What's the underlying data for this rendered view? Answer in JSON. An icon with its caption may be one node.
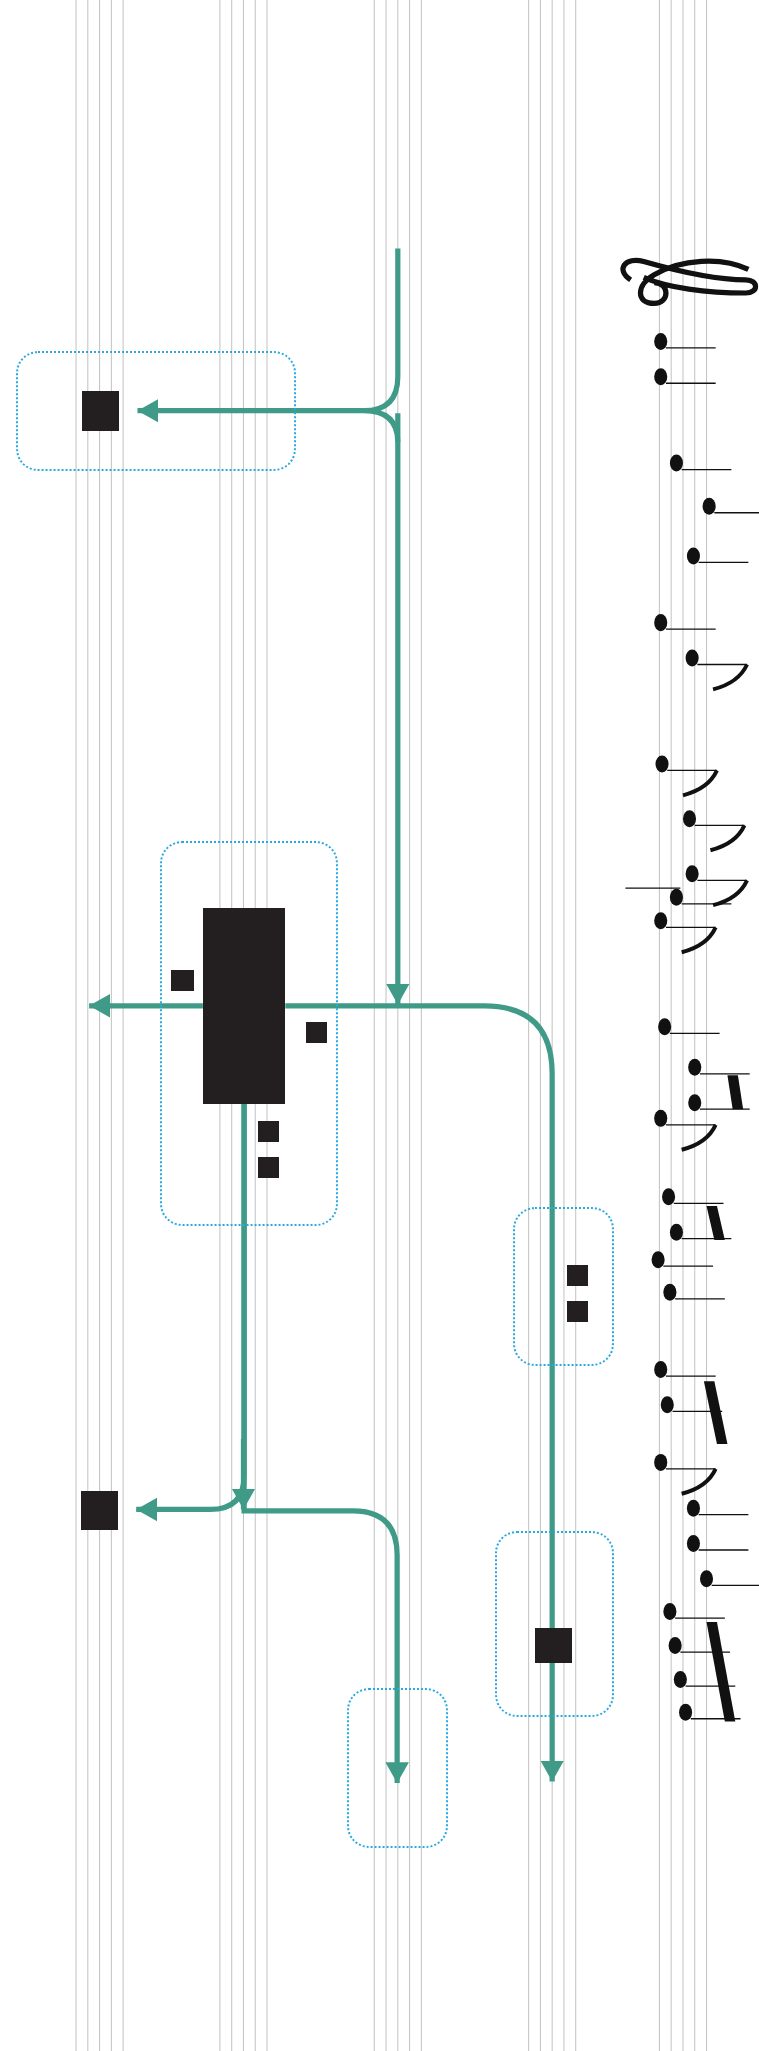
{
  "diagram": {
    "nodes": [
      {
        "text": [],
        "shape": "box"
      },
      {
        "text": [],
        "shape": "square",
        "in": 0
      },
      {
        "text": [],
        "shape": "box"
      },
      {
        "text": [],
        "shape": "square",
        "in": 2
      },
      {
        "text": [],
        "shape": "rectangle",
        "in": 2
      },
      {
        "text": [],
        "shape": "square",
        "in": 2
      },
      {
        "text": [],
        "shape": "square",
        "in": 2
      },
      {
        "text": [],
        "shape": "square",
        "in": 2
      },
      {
        "text": [],
        "shape": "box"
      },
      {
        "text": [],
        "shape": "square",
        "in": 8
      },
      {
        "text": [],
        "shape": "square",
        "in": 8
      },
      {
        "text": [],
        "shape": "square"
      },
      {
        "text": [],
        "shape": "box"
      },
      {
        "text": [],
        "shape": "square",
        "in": 12
      },
      {
        "text": [],
        "shape": "box"
      }
    ],
    "edges": [
      {
        "from": null,
        "to": 1,
        "arrow": "to"
      },
      {
        "from": 4,
        "to": null,
        "arrow": "to"
      },
      {
        "from": 4,
        "to": null,
        "arrow": "to"
      },
      {
        "from": 4,
        "to": 11,
        "arrow": "to"
      },
      {
        "from": 4,
        "to": 14,
        "arrow": "to"
      }
    ]
  }
}
